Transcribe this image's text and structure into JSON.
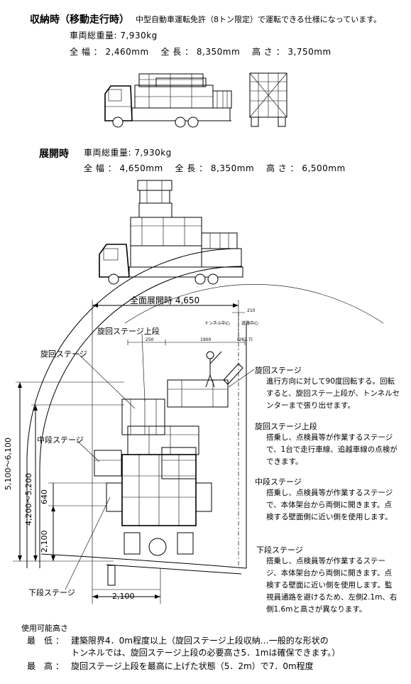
{
  "stowed": {
    "title": "収納時（移動走行時）",
    "note": "中型自動車運転免許（8トン限定）で運転できる仕様になっています。",
    "weight": "車両総重量: 7,930kg",
    "dims": "全 幅 ： 2,460mm　 全 長 ： 8,350mm　 高 さ ： 3,750mm"
  },
  "deployed": {
    "title": "展開時",
    "weight": "車両総重量: 7,930kg",
    "dims": "全 幅 ： 4,650mm　 全 長 ： 8,350mm　 高 さ ： 6,500mm"
  },
  "diagram": {
    "full_width_label": "全面展開時 4,650",
    "top_dim_210": "210",
    "tunnel_center": "トンネル中心",
    "road_center": "道路中心",
    "small_dims": [
      "250",
      "1900",
      "(283.7)"
    ],
    "label_upper_stage": "旋回ステージ上段",
    "label_turn_stage": "旋回ステージ",
    "label_mid_stage": "中段ステージ",
    "label_low_stage": "下段ステージ",
    "dim_5100": "5,100〜6,100",
    "dim_4200": "4,200〜5,200",
    "dim_640": "640",
    "dim_2100_v": "2,100",
    "dim_2100_h": "2,100"
  },
  "descriptions": [
    {
      "title": "旋回ステージ",
      "body": "進行方向に対して90度回転する。回転すると、旋回ステー上段が、トンネルセンターまで張り出せます。"
    },
    {
      "title": "旋回ステージ上段",
      "body": "搭乗し、点検員等が作業するステージで、1台で走行車線、追越車線の点検ができます。"
    },
    {
      "title": "中段ステージ",
      "body": "搭乗し、点検員等が作業するステージで、本体架台から両側に開きます。点検する壁面側に近い側を使用します。"
    },
    {
      "title": "下段ステージ",
      "body": "搭乗し、点検員等が作業するステージ、本体架台から両側に開きます。点検する壁面に近い側を使用します。監視員通路を避けるため、左側2.1m、右側1.6mと高さが異なります。"
    }
  ],
  "usable_height": {
    "heading": "使用可能高さ",
    "min_label": "最　低 ：",
    "min_line1": "建築限界4．0m程度以上（旋回ステージ上段収納…一般的な形状の",
    "min_line2": "トンネルでは、旋回ステージ上段の必要高さ5．1mは確保できます。）",
    "max_label": "最　高 ：",
    "max_line": "旋回ステージ上段を最高に上げた状態（5．2m）で7．0m程度"
  }
}
